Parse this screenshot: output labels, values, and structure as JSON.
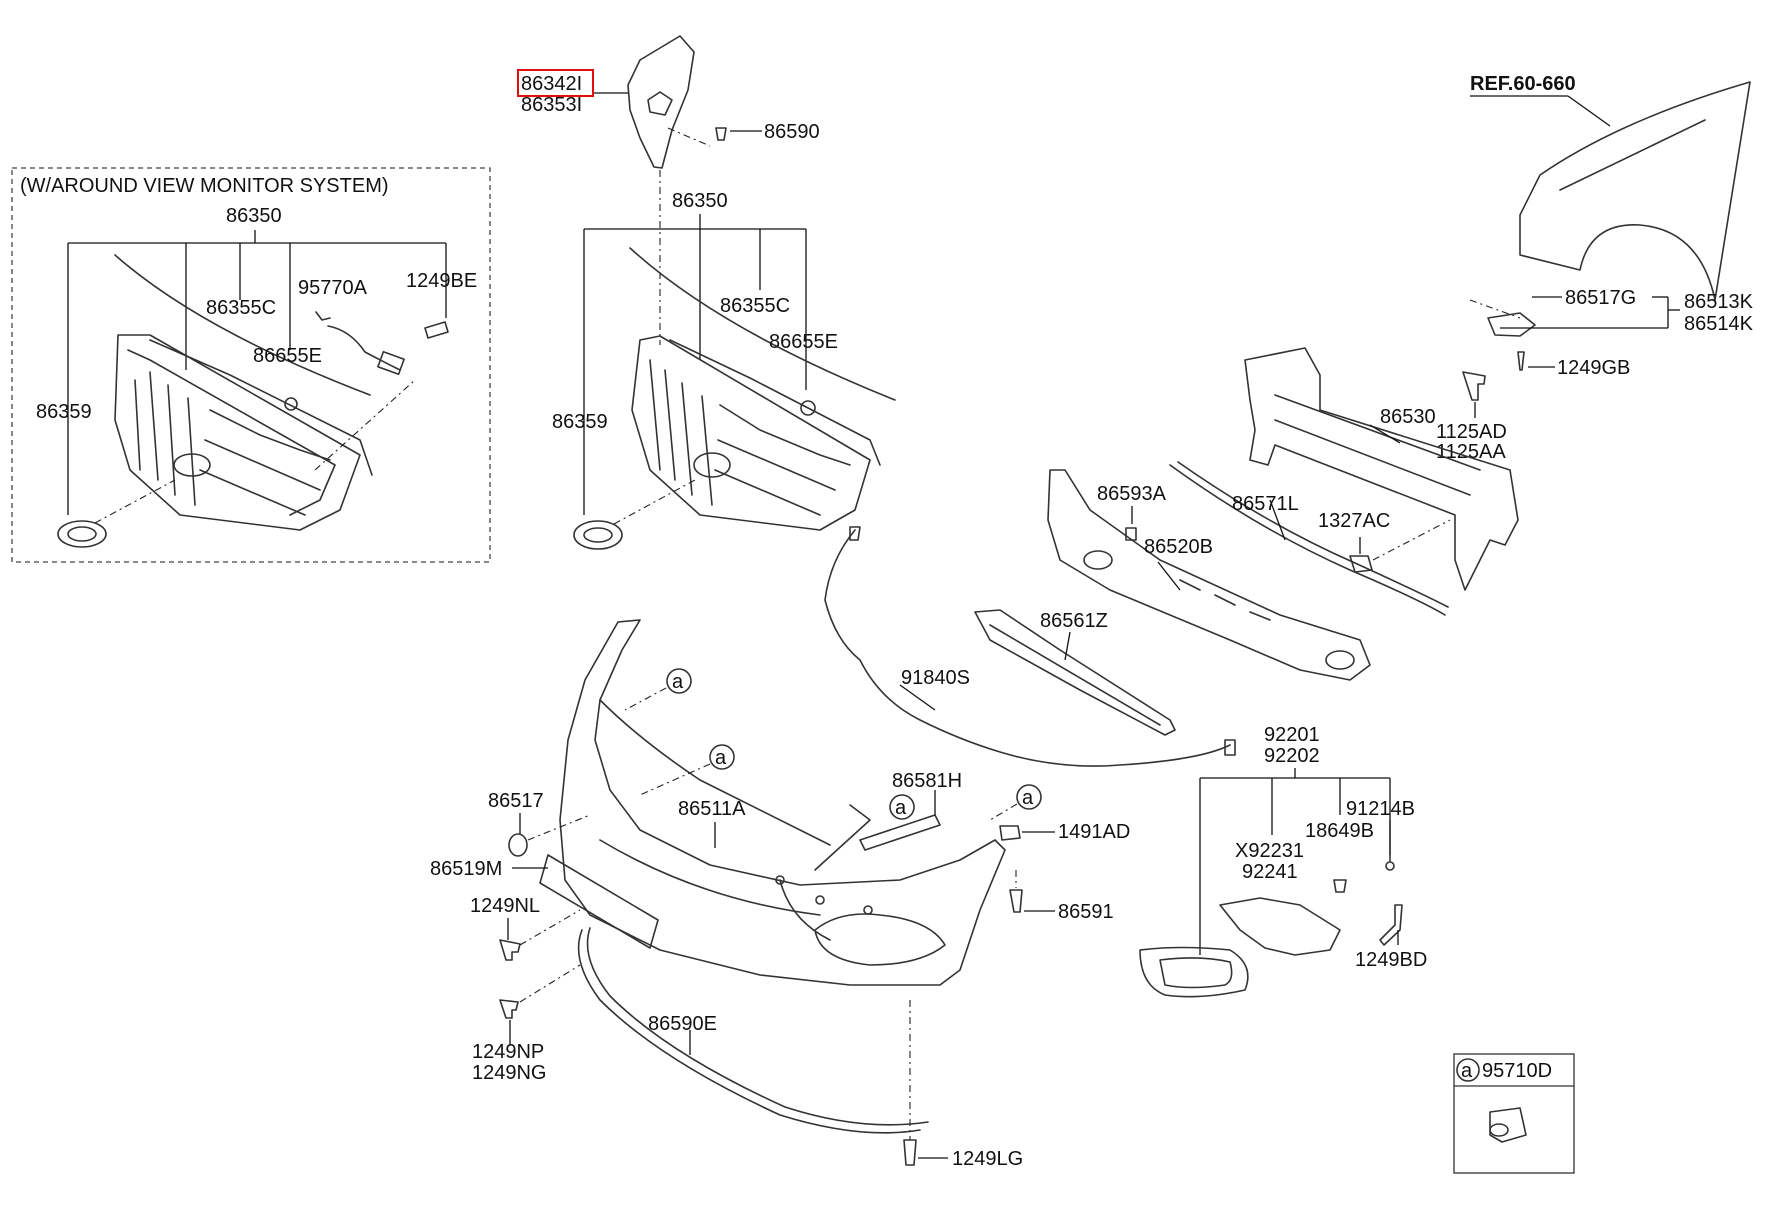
{
  "inset_title": "(W/AROUND VIEW MONITOR SYSTEM)",
  "callouts": {
    "p86342I": "86342I",
    "p86353I": "86353I",
    "p86590": "86590",
    "ref": "REF.60-660",
    "inset_86350": "86350",
    "inset_86355C": "86355C",
    "inset_95770A": "95770A",
    "inset_1249BE": "1249BE",
    "inset_86655E": "86655E",
    "inset_86359": "86359",
    "main_86350": "86350",
    "main_86355C": "86355C",
    "main_86655E": "86655E",
    "main_86359": "86359",
    "p86517G": "86517G",
    "p86513K": "86513K",
    "p86514K": "86514K",
    "p1249GB": "1249GB",
    "p86530": "86530",
    "p1125AD": "1125AD",
    "p1125AA": "1125AA",
    "p86593A": "86593A",
    "p86571L": "86571L",
    "p1327AC": "1327AC",
    "p86520B": "86520B",
    "p86561Z": "86561Z",
    "p91840S": "91840S",
    "p92201": "92201",
    "p92202": "92202",
    "p86581H": "86581H",
    "p86517": "86517",
    "p86511A": "86511A",
    "p1491AD": "1491AD",
    "p91214B": "91214B",
    "p18649B": "18649B",
    "pX92231": "X92231",
    "p92241": "92241",
    "p86519M": "86519M",
    "p1249NL": "1249NL",
    "p86591": "86591",
    "p1249BD": "1249BD",
    "p86590E": "86590E",
    "p1249NP": "1249NP",
    "p1249NG": "1249NG",
    "p1249LG": "1249LG",
    "p95710D": "95710D",
    "marker_a": "a"
  },
  "highlight_color": "#e01010",
  "line_color": "#333333"
}
